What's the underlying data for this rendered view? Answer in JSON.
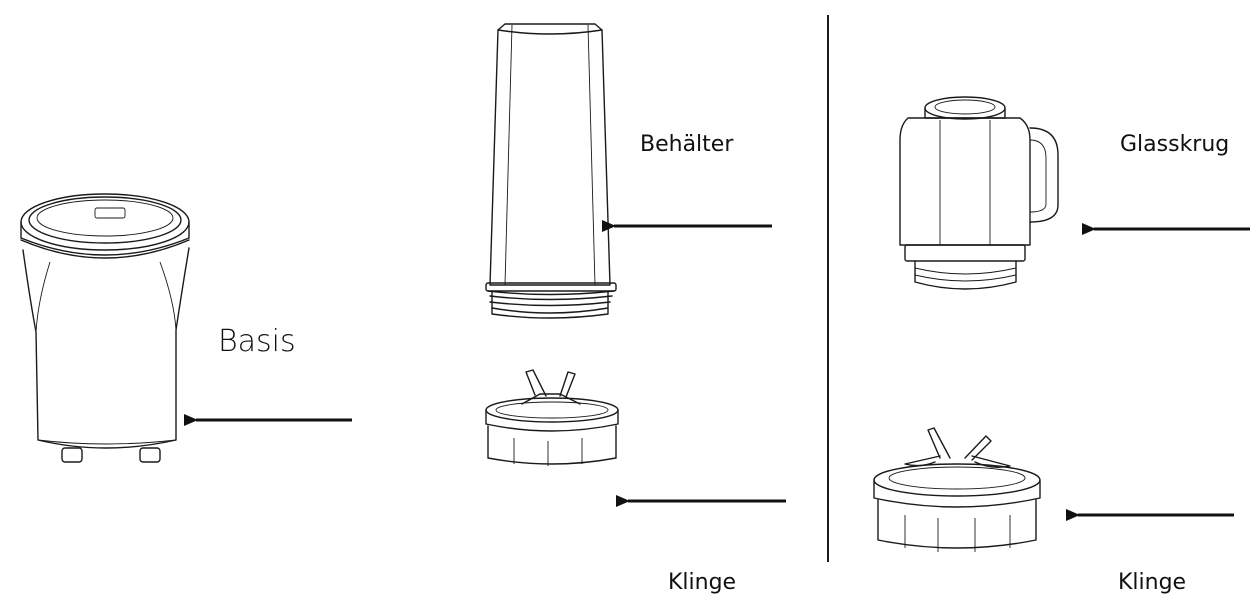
{
  "labels": {
    "basis": "Basis",
    "behaelter": "Behälter",
    "klinge_left": "Klinge",
    "glasskrug": "Glasskrug",
    "klinge_right": "Klinge"
  },
  "colors": {
    "line": "#1a1a1a",
    "background": "#ffffff"
  }
}
